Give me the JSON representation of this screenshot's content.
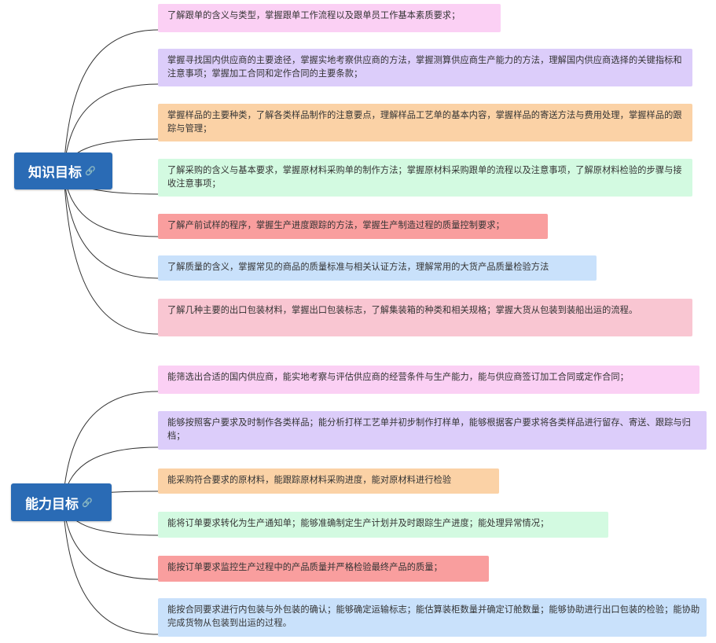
{
  "colors": {
    "root_bg": "#2a6bb5",
    "pink": "#fbd0f4",
    "purple": "#dccdfa",
    "orange": "#fbd2a6",
    "green": "#d3fae1",
    "red": "#f99e9e",
    "blue": "#c9e1fb",
    "rose": "#f9c6d2",
    "connector": "#333333"
  },
  "knowledge": {
    "title": "知识目标",
    "icon": "link-icon",
    "items": [
      "了解跟单的含义与类型，掌握跟单工作流程以及跟单员工作基本素质要求；",
      "掌握寻找国内供应商的主要途径，掌握实地考察供应商的方法，掌握测算供应商生产能力的方法，理解国内供应商选择的关键指标和注意事项；掌握加工合同和定作合同的主要条款；",
      "掌握样品的主要种类，了解各类样品制作的注意要点，理解样品工艺单的基本内容，掌握样品的寄送方法与费用处理，掌握样品的跟踪与管理；",
      "了解采购的含义与基本要求，掌握原材料采购单的制作方法；掌握原材料采购跟单的流程以及注意事项，了解原材料检验的步骤与接收注意事项；",
      "了解产前试样的程序，掌握生产进度跟踪的方法，掌握生产制造过程的质量控制要求；",
      "了解质量的含义，掌握常见的商品的质量标准与相关认证方法，理解常用的大货产品质量检验方法",
      "了解几种主要的出口包装材料，掌握出口包装标志，了解集装箱的种类和相关规格；掌握大货从包装到装船出运的流程。"
    ]
  },
  "ability": {
    "title": "能力目标",
    "icon": "link-icon",
    "items": [
      "能筛选出合适的国内供应商，能实地考察与评估供应商的经营条件与生产能力，能与供应商签订加工合同或定作合同；",
      "能够按照客户要求及时制作各类样品；能分析打样工艺单并初步制作打样单，能够根据客户要求将各类样品进行留存、寄送、跟踪与归档；",
      "能采购符合要求的原材料，能跟踪原材料采购进度，能对原材料进行检验",
      "能将订单要求转化为生产通知单；能够准确制定生产计划并及时跟踪生产进度；能处理异常情况；",
      "能按订单要求监控生产过程中的产品质量并严格检验最终产品的质量；",
      "能按合同要求进行内包装与外包装的确认；能够确定运输标志；能估算装柜数量并确定订舱数量；能够协助进行出口包装的检验；能协助完成货物从包装到出运的过程。"
    ]
  }
}
